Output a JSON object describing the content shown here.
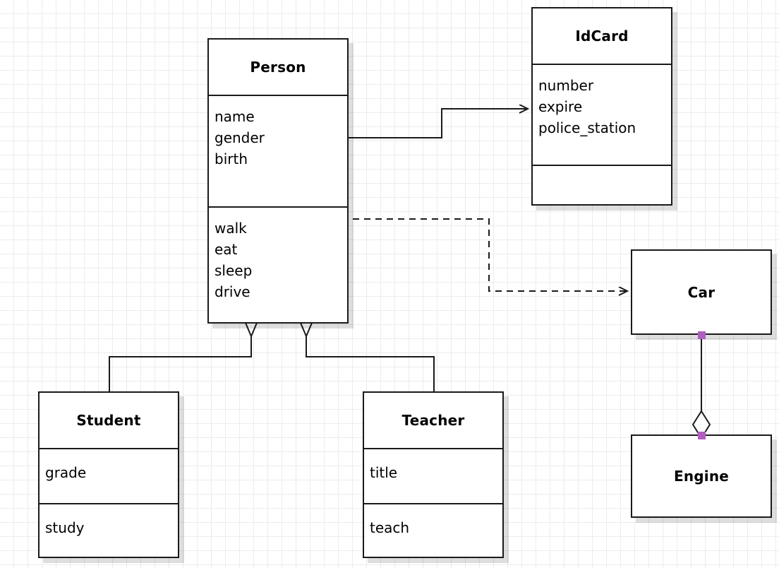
{
  "diagram": {
    "kind": "uml-class-diagram",
    "background": "#ffffff",
    "grid_color": "#ececec",
    "line_color": "#1a1a1a",
    "handle_color": "#b05ec0"
  },
  "classes": {
    "person": {
      "name": "Person",
      "attributes": [
        "name",
        "gender",
        "birth"
      ],
      "operations": [
        "walk",
        "eat",
        "sleep",
        "drive"
      ]
    },
    "idcard": {
      "name": "IdCard",
      "attributes": [
        "number",
        "expire",
        "police_station"
      ],
      "operations": []
    },
    "student": {
      "name": "Student",
      "attributes": [
        "grade"
      ],
      "operations": [
        "study"
      ]
    },
    "teacher": {
      "name": "Teacher",
      "attributes": [
        "title"
      ],
      "operations": [
        "teach"
      ]
    },
    "car": {
      "name": "Car",
      "attributes": [],
      "operations": []
    },
    "engine": {
      "name": "Engine",
      "attributes": [],
      "operations": []
    }
  },
  "relationships": [
    {
      "id": "person-idcard",
      "type": "association",
      "style": "solid",
      "source": "Person",
      "target": "IdCard",
      "arrowhead": "open"
    },
    {
      "id": "person-car",
      "type": "dependency",
      "style": "dashed",
      "source": "Person",
      "target": "Car",
      "arrowhead": "open"
    },
    {
      "id": "student-person",
      "type": "generalization",
      "style": "solid",
      "source": "Student",
      "target": "Person",
      "arrowhead": "hollow-triangle"
    },
    {
      "id": "teacher-person",
      "type": "generalization",
      "style": "solid",
      "source": "Teacher",
      "target": "Person",
      "arrowhead": "hollow-triangle"
    },
    {
      "id": "car-engine",
      "type": "aggregation",
      "style": "solid",
      "source": "Car",
      "target": "Engine",
      "arrowhead": "hollow-diamond"
    }
  ]
}
